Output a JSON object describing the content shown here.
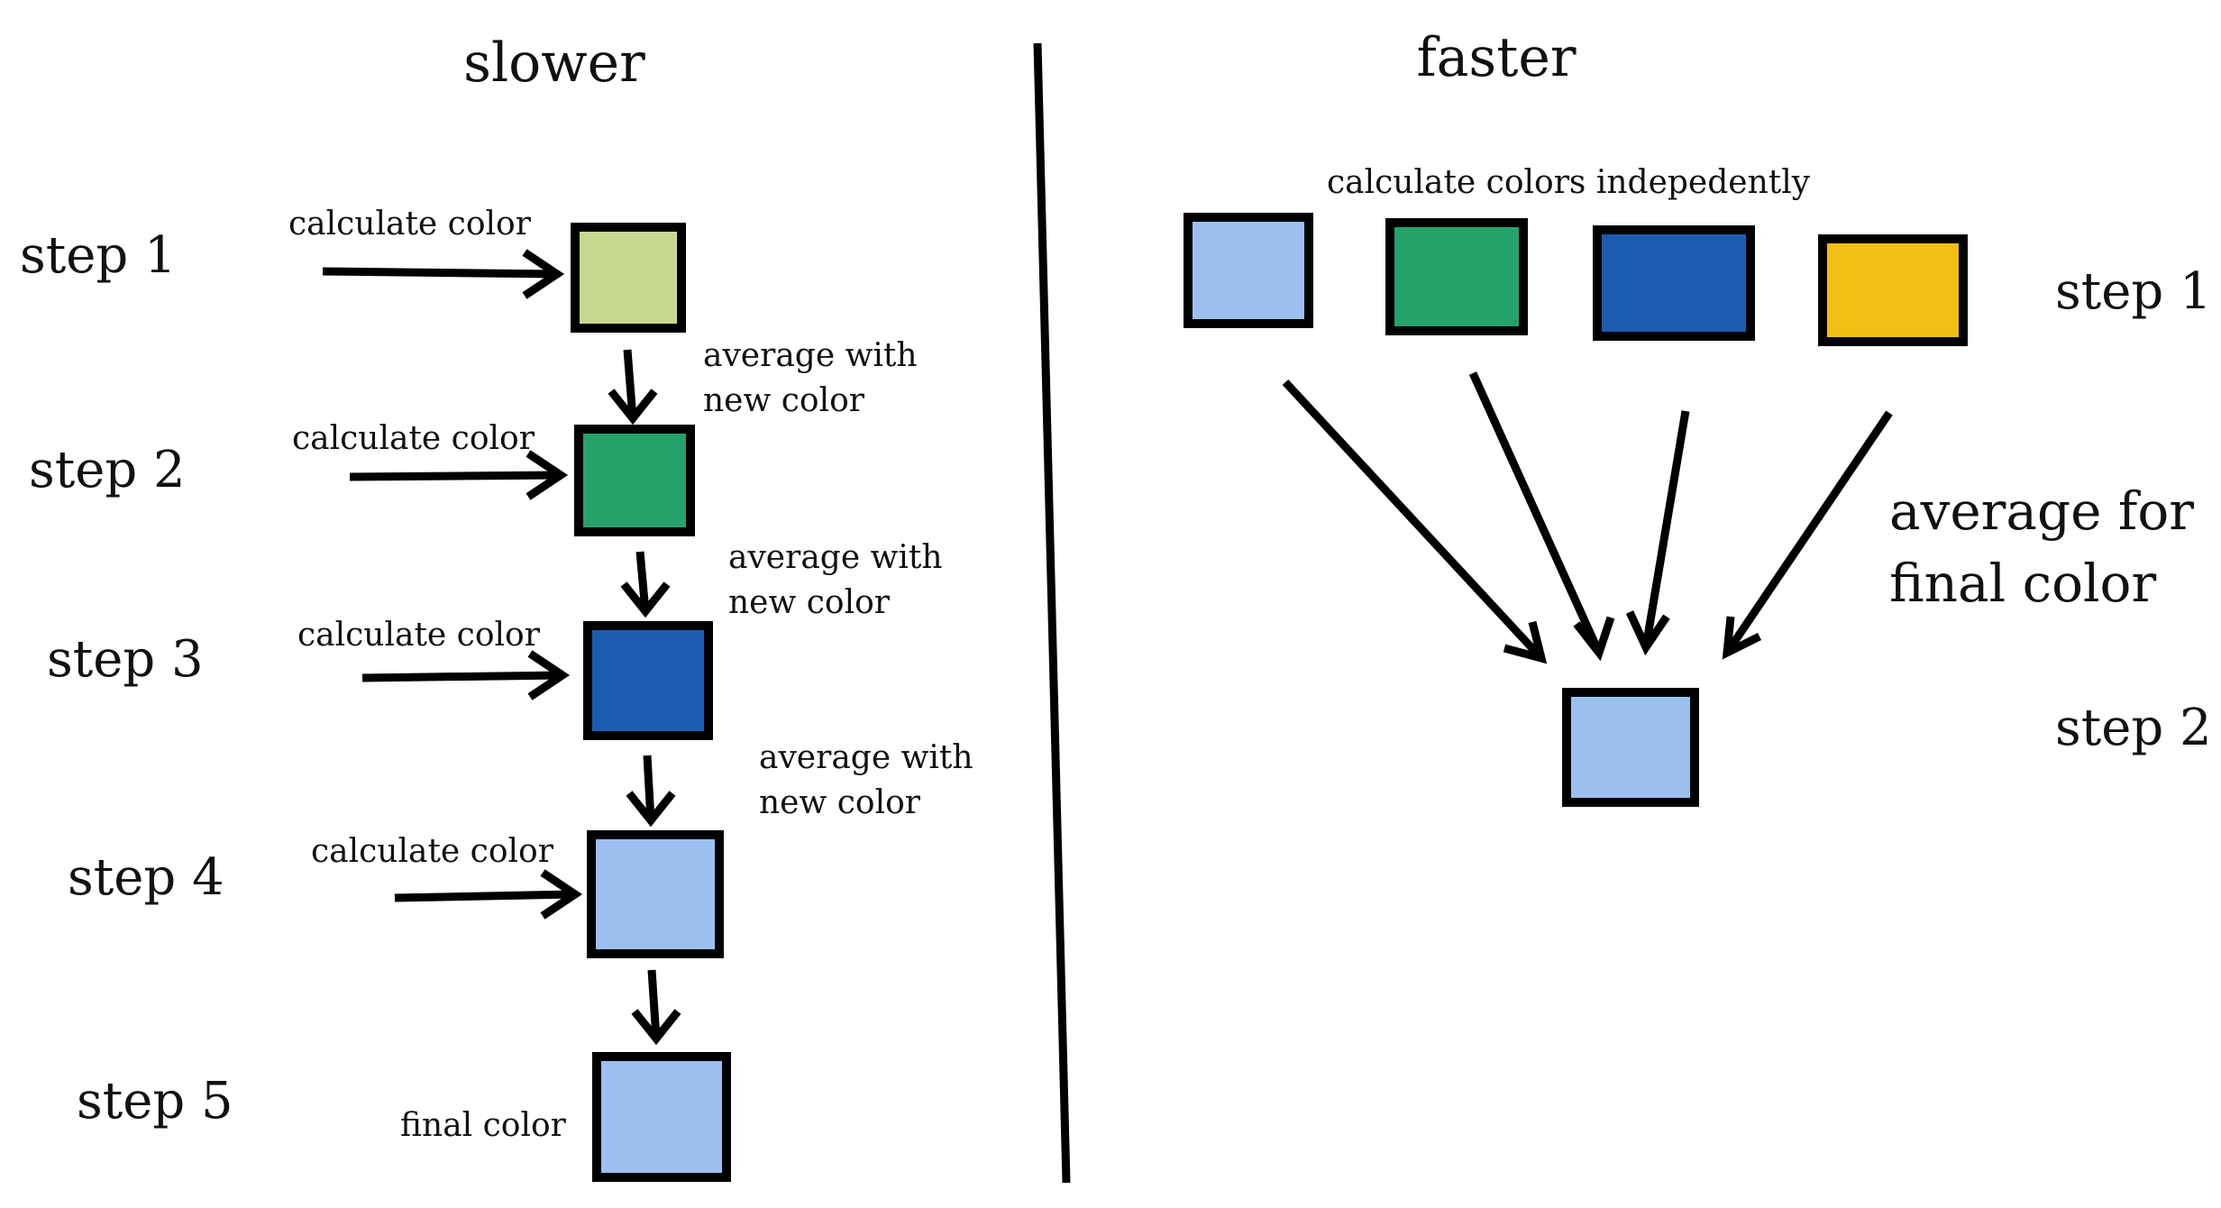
{
  "left": {
    "heading": "slower",
    "steps": [
      "step 1",
      "step 2",
      "step 3",
      "step 4",
      "step 5"
    ],
    "calc_label": "calculate color",
    "avg_label_line1": "average with",
    "avg_label_line2": "new color",
    "final_label": "final color"
  },
  "right": {
    "heading": "faster",
    "calc_label": "calculate colors indepedently",
    "step1": "step 1",
    "step2": "step 2",
    "avg_line1": "average for",
    "avg_line2": "final color"
  },
  "colors": {
    "light_green": "#c8d98e",
    "green": "#26a26b",
    "blue": "#1c5db0",
    "light_blue": "#9bc0f0",
    "yellow": "#f2c012"
  }
}
